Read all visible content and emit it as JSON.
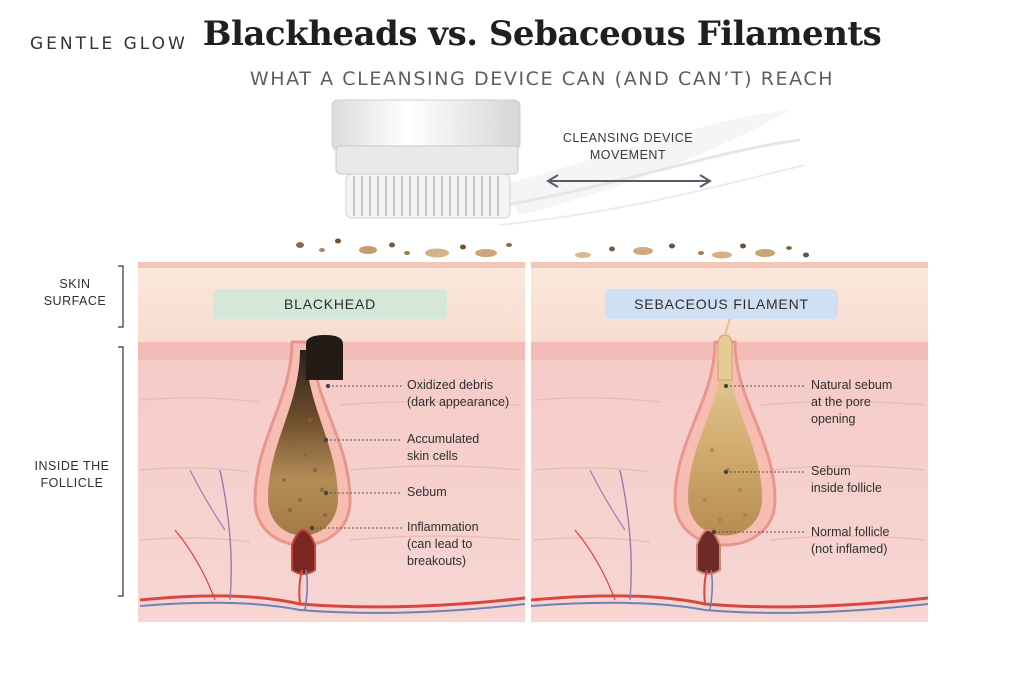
{
  "brand": "GENTLE GLOW",
  "title": "Blackheads vs. Sebaceous Filaments",
  "subtitle": "WHAT A CLEANSING DEVICE CAN (AND CAN’T) REACH",
  "device_label": [
    "CLEANSING DEVICE",
    "MOVEMENT"
  ],
  "side_labels": {
    "skin_surface": [
      "SKIN",
      "SURFACE"
    ],
    "inside_follicle": [
      "INSIDE THE",
      "FOLLICLE"
    ]
  },
  "panels": {
    "blackhead": {
      "label": "BLACKHEAD",
      "color": "#d5e7d9",
      "annotations": [
        [
          "Oxidized debris",
          "(dark appearance)"
        ],
        [
          "Accumulated",
          "skin cells"
        ],
        [
          "Sebum"
        ],
        [
          "Inflammation",
          "(can lead to",
          "breakouts)"
        ]
      ]
    },
    "sebaceous": {
      "label": "SEBACEOUS FILAMENT",
      "color": "#cfe0f4",
      "annotations": [
        [
          "Natural sebum",
          "at the pore",
          "opening"
        ],
        [
          "Sebum",
          "inside follicle"
        ],
        [
          "Normal follicle",
          "(not inflamed)"
        ]
      ]
    }
  },
  "colors": {
    "skin_surface": "#f8e4d8",
    "dermis": "#f6cfcf",
    "blackhead_plug": "#2e241e",
    "sebum": "#c9a46a",
    "artery": "#d9463f",
    "vein": "#6f82b8"
  }
}
